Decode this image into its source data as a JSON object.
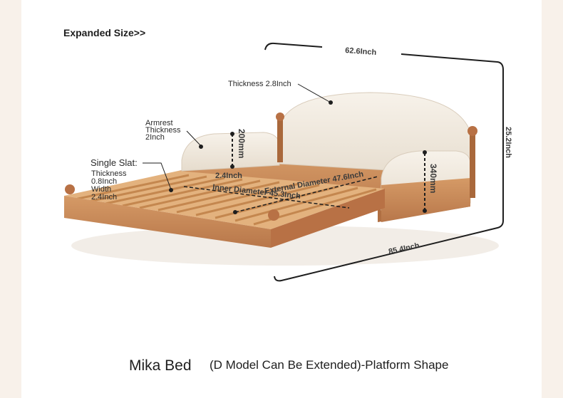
{
  "heading": "Expanded Size>>",
  "caption": {
    "title": "Mika Bed",
    "subtitle": "(D Model Can Be Extended)-Platform Shape"
  },
  "dimensions": {
    "top_width": "62.6Inch",
    "height": "25.2Inch",
    "length": "85.4Inch",
    "headboard_thickness": "Thickness 2.8Inch",
    "armrest_line1": "Armrest",
    "armrest_line2": "Thickness",
    "armrest_line3": "2Inch",
    "armrest_height": "200mm",
    "side_height": "340mm",
    "gap": "2.4Inch",
    "external_diameter": "External Diameter 47.6Inch",
    "inner_diameter": "Inner Diameter 45.3Inch",
    "slat_title": "Single Slat:",
    "slat_line1": "Thickness",
    "slat_line2": "0.8Inch",
    "slat_line3": "Width",
    "slat_line4": "2.4Inch"
  },
  "colors": {
    "wood": "#c98b58",
    "wood_dark": "#a9683b",
    "cushion": "#f3ece2",
    "cushion_shadow": "#e2d6c7",
    "line": "#1e1e1e"
  }
}
